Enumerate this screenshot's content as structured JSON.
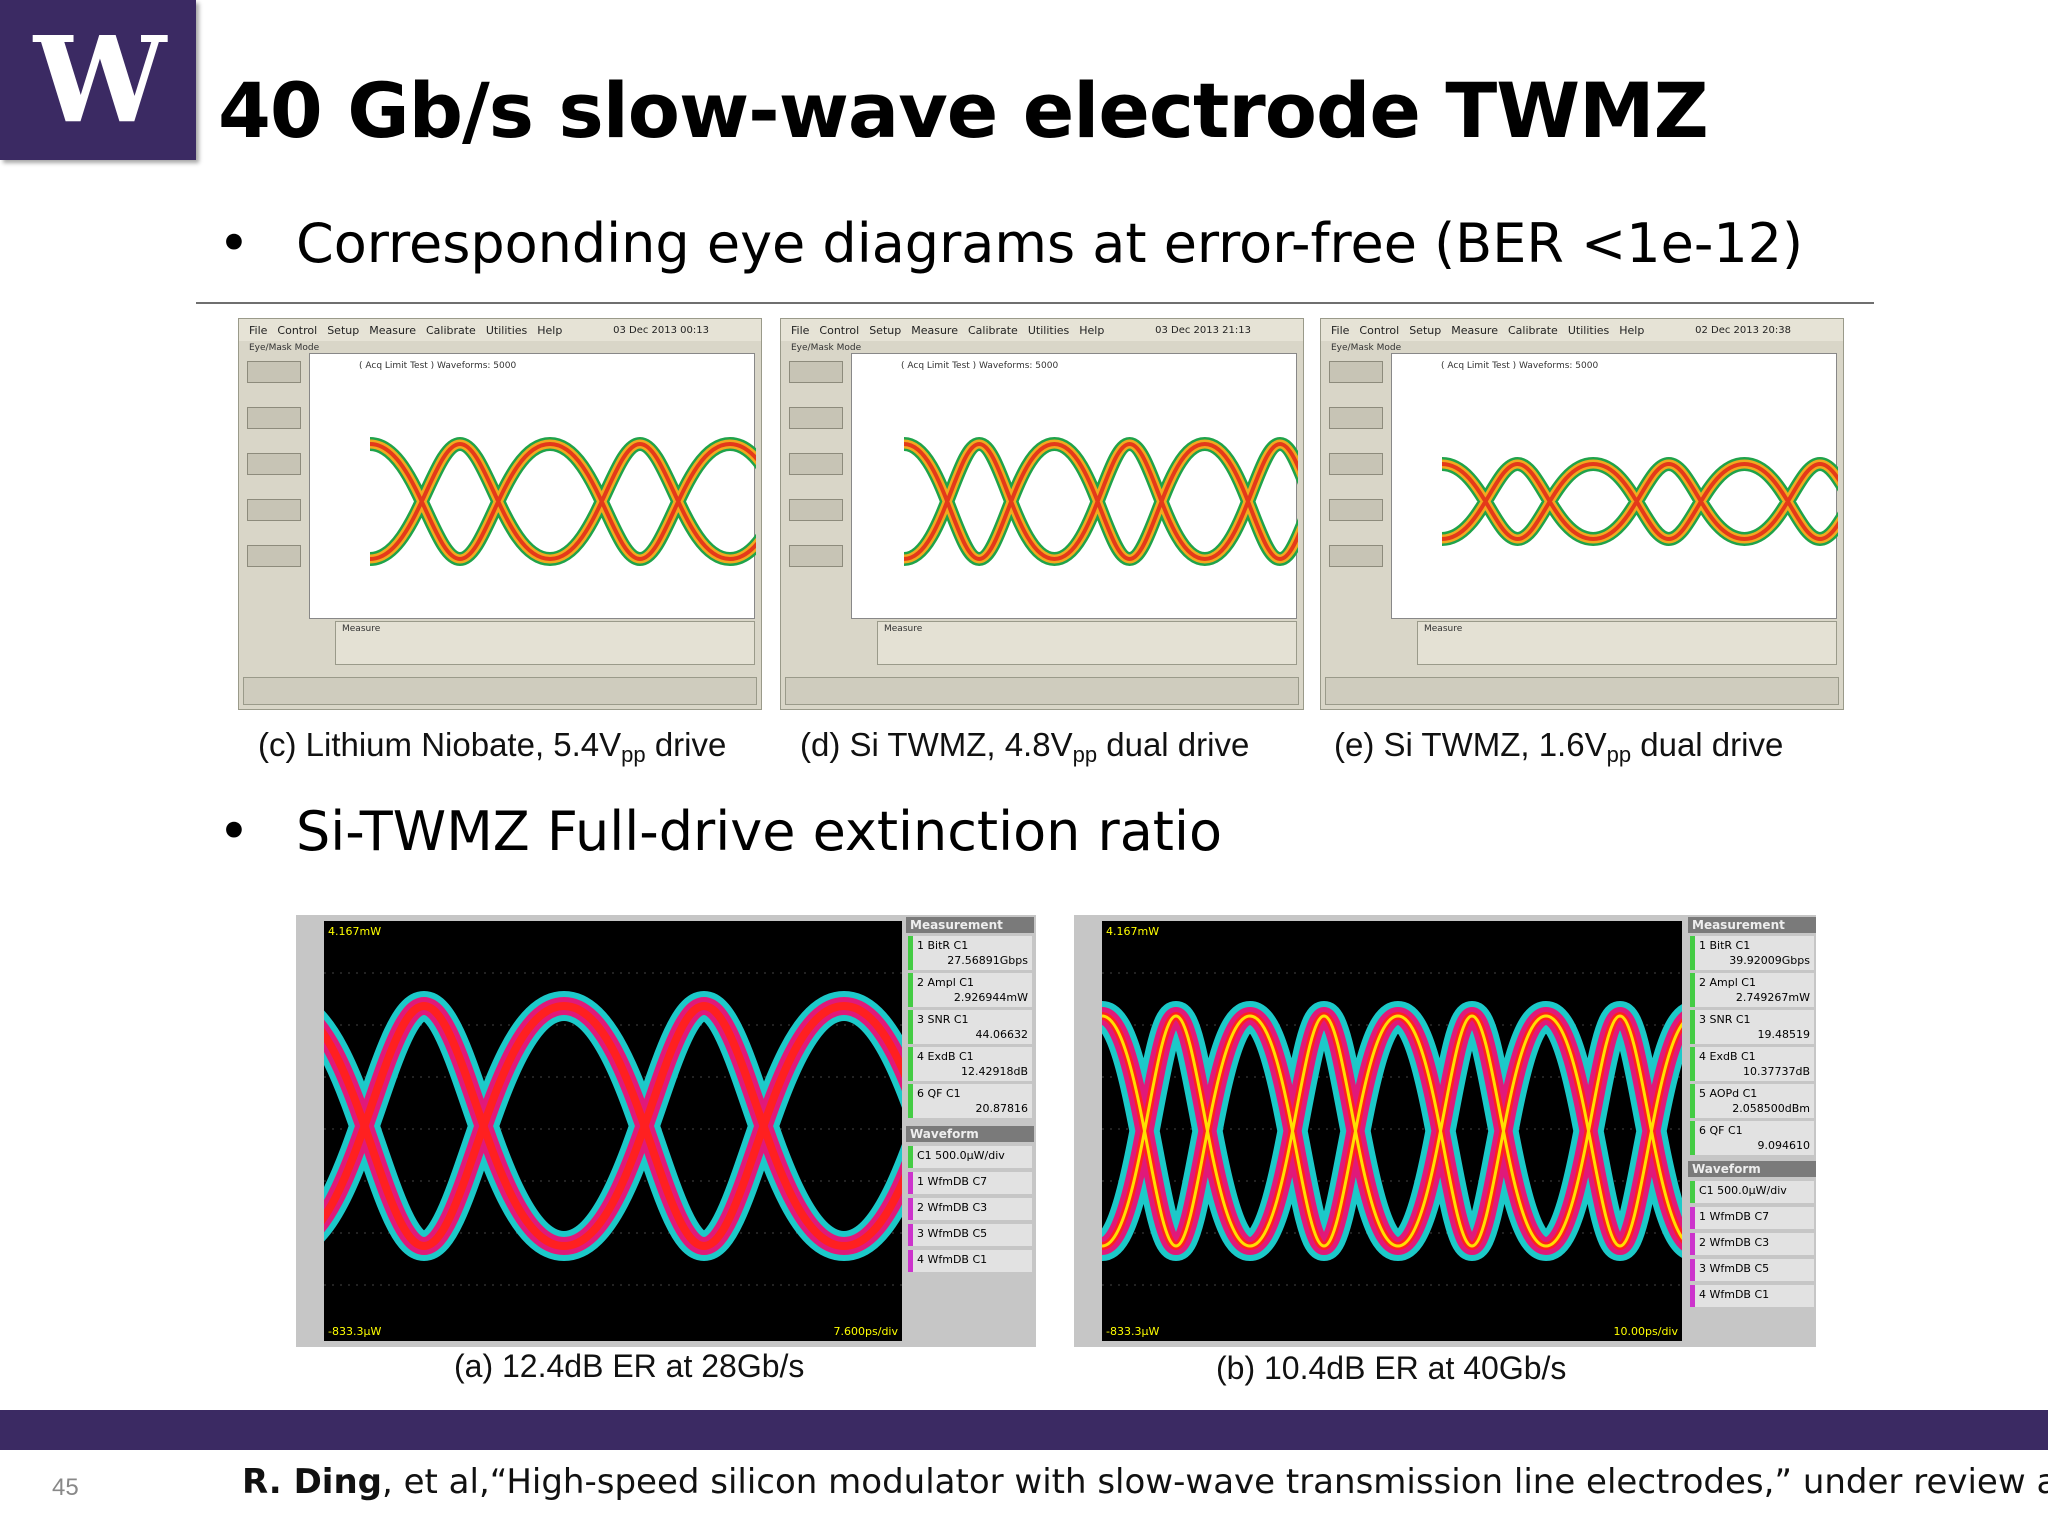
{
  "logo": {
    "letter": "W"
  },
  "title": "40 Gb/s slow-wave electrode TWMZ",
  "bullets": [
    {
      "dot": "•",
      "text": "Corresponding eye diagrams at error-free (BER <1e-12)"
    },
    {
      "dot": "•",
      "text": "Si-TWMZ Full-drive extinction ratio"
    }
  ],
  "scope_menu": [
    "File",
    "Control",
    "Setup",
    "Measure",
    "Calibrate",
    "Utilities",
    "Help"
  ],
  "scope_mode": "Eye/Mask Mode",
  "scope_acq": "( Acq Limit Test ) Waveforms: 5000",
  "scope_measure_label": "Measure",
  "scopes_top": [
    {
      "date": "03 Dec 2013  00:13"
    },
    {
      "date": "03 Dec 2013  21:13"
    },
    {
      "date": "02 Dec 2013  20:38"
    }
  ],
  "captions_top": [
    {
      "pre": "(c) Lithium Niobate, 5.4V",
      "sub": "pp",
      "post": " drive"
    },
    {
      "pre": "(d) Si TWMZ, 4.8V",
      "sub": "pp",
      "post": " dual drive"
    },
    {
      "pre": "(e) Si TWMZ, 1.6V",
      "sub": "pp",
      "post": " dual drive"
    }
  ],
  "scopes_bottom": [
    {
      "top_scale": "4.167mW",
      "bottom_scale": "-833.3μW",
      "time_scale": "7.600ps/div",
      "measurement_header": "Measurement",
      "measurements": [
        {
          "label": "1 BitR   C1",
          "value": "27.56891Gbps"
        },
        {
          "label": "2 Ampl   C1",
          "value": "2.926944mW"
        },
        {
          "label": "3 SNR   C1",
          "value": "44.06632"
        },
        {
          "label": "4 ExdB   C1",
          "value": "12.42918dB"
        },
        {
          "label": "6 QF   C1",
          "value": "20.87816"
        }
      ],
      "waveform_header": "Waveform",
      "waveform_scale": "C1 500.0μW/div",
      "waveforms": [
        "1 WfmDB C7",
        "2 WfmDB C3",
        "3 WfmDB C5",
        "4 WfmDB C1"
      ]
    },
    {
      "top_scale": "4.167mW",
      "bottom_scale": "-833.3μW",
      "time_scale": "10.00ps/div",
      "measurement_header": "Measurement",
      "measurements": [
        {
          "label": "1 BitR   C1",
          "value": "39.92009Gbps"
        },
        {
          "label": "2 Ampl   C1",
          "value": "2.749267mW"
        },
        {
          "label": "3 SNR   C1",
          "value": "19.48519"
        },
        {
          "label": "4 ExdB   C1",
          "value": "10.37737dB"
        },
        {
          "label": "5 AOPd  C1",
          "value": "2.058500dBm"
        },
        {
          "label": "6 QF   C1",
          "value": "9.094610"
        }
      ],
      "waveform_header": "Waveform",
      "waveform_scale": "C1 500.0μW/div",
      "waveforms": [
        "1 WfmDB C7",
        "2 WfmDB C3",
        "3 WfmDB C5",
        "4 WfmDB C1"
      ]
    }
  ],
  "captions_bottom": [
    "(a) 12.4dB ER at 28Gb/s",
    "(b) 10.4dB ER at 40Gb/s"
  ],
  "page_number": "45",
  "reference": {
    "author": "R. Ding",
    "rest": ", et al,“High-speed silicon modulator with slow-wave transmission line electrodes,” under review at JLT"
  }
}
